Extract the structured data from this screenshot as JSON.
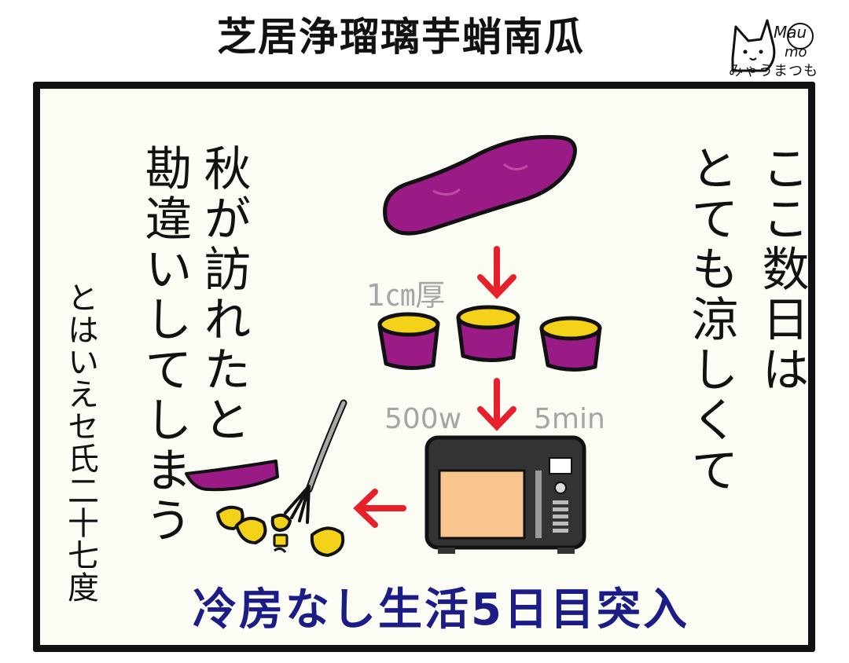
{
  "title": "芝居浄瑠璃芋蛸南瓜",
  "logo": {
    "handwriting": "Mau mo",
    "name": "みゃうまつも"
  },
  "panel": {
    "text_right_col1": "ここ数日は",
    "text_right_col2": "とても涼しくて",
    "text_left_col1": "秋が訪れたと",
    "text_left_col2": "勘違いしてしまう",
    "text_small": "とはいえセ氏二十七度",
    "label_thickness": "1㎝厚",
    "label_power": "500w",
    "label_time": "5min",
    "caption": "冷房なし生活5日目突入"
  },
  "colors": {
    "arrow": "#e8202a",
    "potato_skin": "#9a1a86",
    "potato_flesh": "#f4d21a",
    "caption": "#1c1c86",
    "gray_label": "#a5a5a5"
  }
}
